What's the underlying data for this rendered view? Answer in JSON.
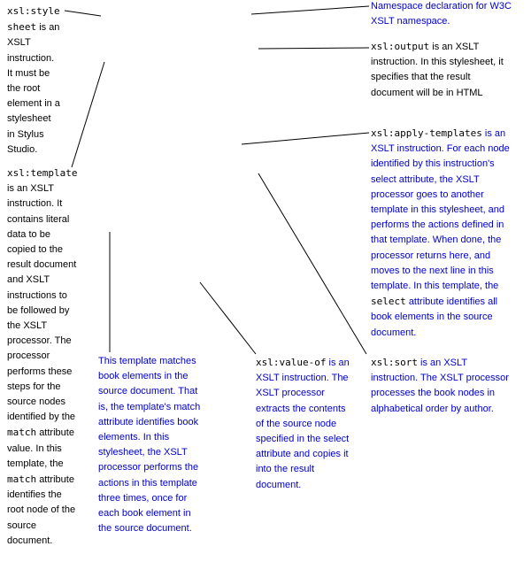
{
  "colors": {
    "black_text": "#000000",
    "blue_text": "#0000cc",
    "leader_line": "#000000",
    "background": "#ffffff"
  },
  "notes": {
    "stylesheet": {
      "code": "xsl:style",
      "line1": "sheet is an",
      "line2": "XSLT",
      "line3": "instruction.",
      "line4": "It must be",
      "line5": "the root",
      "line6": "element in a",
      "line7": "stylesheet",
      "line8": "in Stylus",
      "line9": "Studio."
    },
    "template": {
      "code": "xsl:template",
      "line1": "is an XSLT",
      "line2": "instruction. It",
      "line3": "contains literal",
      "line4": "data to be",
      "line5": "copied to the",
      "line6": "result document",
      "line7": "and XSLT",
      "line8": "instructions to",
      "line9": "be followed by",
      "line10": "the XSLT",
      "line11": "processor. The",
      "line12": "processor",
      "line13": "performs these",
      "line14": "steps for the",
      "line15": "source nodes",
      "line16": "identified by the",
      "line17_code": "match",
      "line17_rest": "attribute",
      "line18": "value. In this",
      "line19": "template, the",
      "line20_code": "match",
      "line20_rest": "attribute",
      "line21": "identifies the",
      "line22": "root node of the",
      "line23": "source",
      "line24": "document."
    },
    "namespace": {
      "line1": "Namespace declaration for W3C",
      "line2": "XSLT namespace."
    },
    "output": {
      "code": "xsl:output",
      "line1_rest": "is an XSLT",
      "line2": "instruction. In this stylesheet, it",
      "line3": "specifies that the result",
      "line4": "document will be in HTML"
    },
    "apply_templates": {
      "code": "xsl:apply-templates",
      "line1_rest": "is an",
      "line2": "XSLT instruction. For each node",
      "line3": "identified by this instruction's",
      "line4": "select attribute, the XSLT",
      "line5": "processor goes to another",
      "line6": "template in this stylesheet, and",
      "line7": "performs the actions defined in",
      "line8": "that template. When done, the",
      "line9": "processor returns here, and",
      "line10": "moves to the next line in this",
      "line11": "template. In this template, the",
      "line12_code": "select",
      "line12_rest": "attribute identifies all",
      "line13": "book elements in the source",
      "line14": "document."
    },
    "match_template": {
      "line1": "This template matches",
      "line2": "book elements in the",
      "line3": "source document. That",
      "line4": "is, the template's match",
      "line5": "attribute identifies book",
      "line6": "elements. In this",
      "line7": "stylesheet, the XSLT",
      "line8": "processor performs the",
      "line9": "actions in this template",
      "line10": "three times, once for",
      "line11": "each book element in",
      "line12": "the source document."
    },
    "value_of": {
      "code": "xsl:value-of",
      "line1_rest": "is an",
      "line2": "XSLT instruction. The",
      "line3": "XSLT processor",
      "line4": "extracts the contents",
      "line5": "of the source node",
      "line6": "specified in the select",
      "line7": "attribute and copies it",
      "line8": "into the result",
      "line9": "document."
    },
    "sort": {
      "code": "xsl:sort",
      "line1_rest": "is an XSLT",
      "line2": "instruction. The XSLT processor",
      "line3": "processes the book nodes in",
      "line4": "alphabetical order by author."
    }
  }
}
